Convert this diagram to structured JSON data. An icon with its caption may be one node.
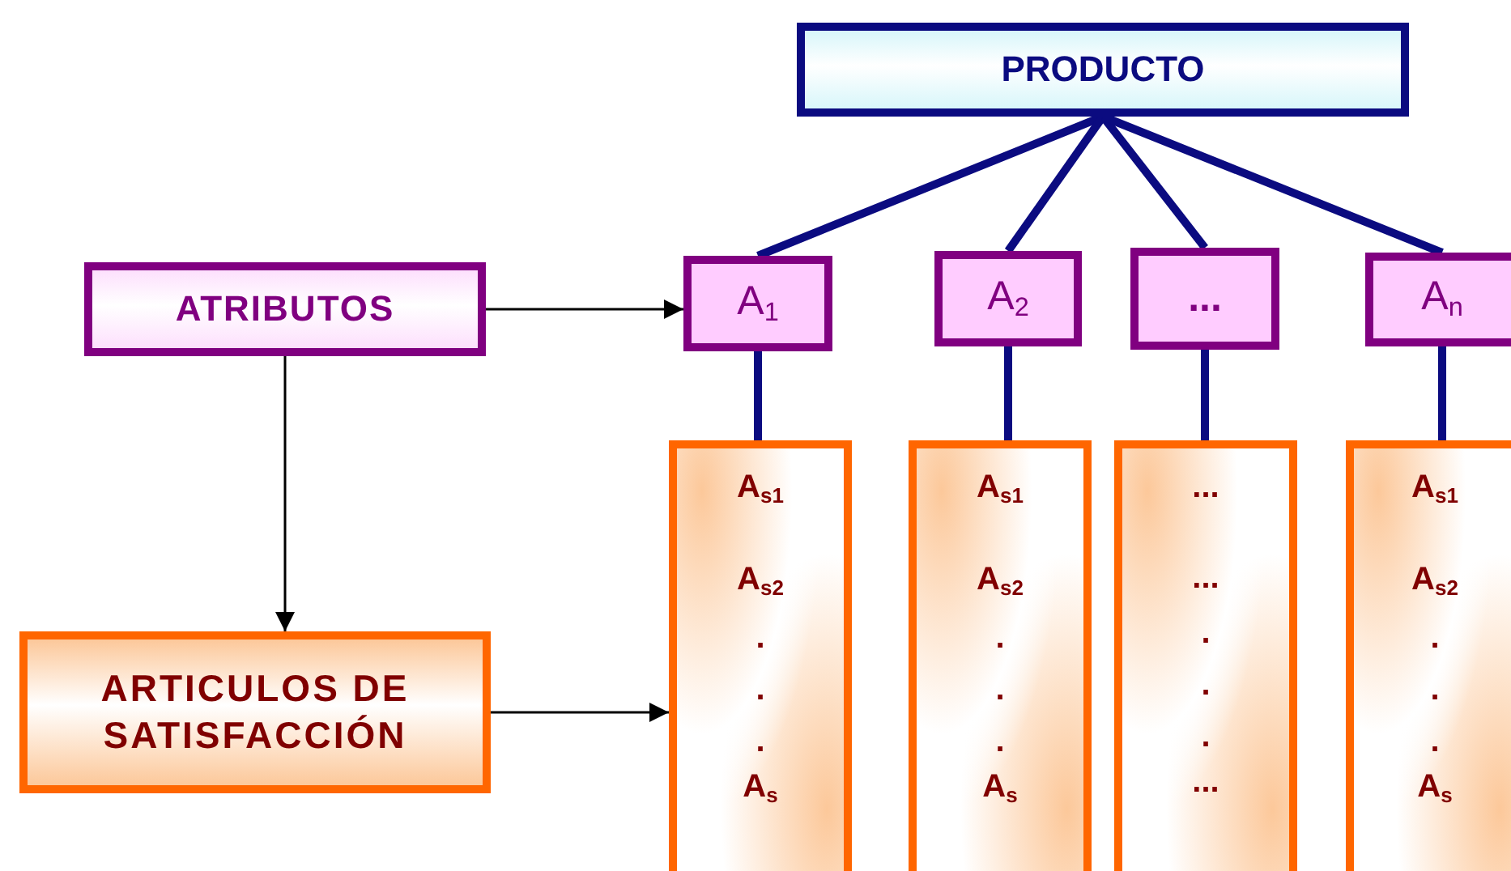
{
  "diagram": {
    "nodes": [
      {
        "text": [
          "PRODUCTO"
        ]
      },
      {
        "text": [
          "ATRIBUTOS"
        ]
      },
      {
        "text": [
          "A$_{1}$"
        ]
      },
      {
        "text": [
          "A$_{2}$"
        ]
      },
      {
        "text": [
          "..."
        ]
      },
      {
        "text": [
          "A$_{n}$"
        ]
      },
      {
        "text": [
          "A$_{s1}$",
          "A$_{s2}$",
          ".",
          ".",
          ".",
          "A$_{s}$"
        ]
      },
      {
        "text": [
          "A$_{s1}$",
          "A$_{s2}$",
          ".",
          ".",
          ".",
          "A$_{s}$"
        ]
      },
      {
        "text": [
          "...",
          "...",
          ".",
          ".",
          ".",
          "..."
        ]
      },
      {
        "text": [
          "A$_{s1}$",
          "A$_{s2}$",
          ".",
          ".",
          ".",
          "A$_{s}$"
        ]
      },
      {
        "text": [
          "ARTICULOS DE SATISFACCIÓN"
        ]
      }
    ],
    "edges": [
      {
        "from": 0,
        "to": 2,
        "arrow": "none"
      },
      {
        "from": 0,
        "to": 3,
        "arrow": "none"
      },
      {
        "from": 0,
        "to": 4,
        "arrow": "none"
      },
      {
        "from": 0,
        "to": 5,
        "arrow": "none"
      },
      {
        "from": 2,
        "to": 6,
        "arrow": "none"
      },
      {
        "from": 3,
        "to": 7,
        "arrow": "none"
      },
      {
        "from": 4,
        "to": 8,
        "arrow": "none"
      },
      {
        "from": 5,
        "to": 9,
        "arrow": "none"
      },
      {
        "from": 1,
        "to": 2,
        "arrow": "to",
        "color": "#000000"
      },
      {
        "from": 1,
        "to": 10,
        "arrow": "to",
        "color": "#000000"
      },
      {
        "from": 10,
        "to": 6,
        "arrow": "to",
        "color": "#000000"
      }
    ]
  }
}
